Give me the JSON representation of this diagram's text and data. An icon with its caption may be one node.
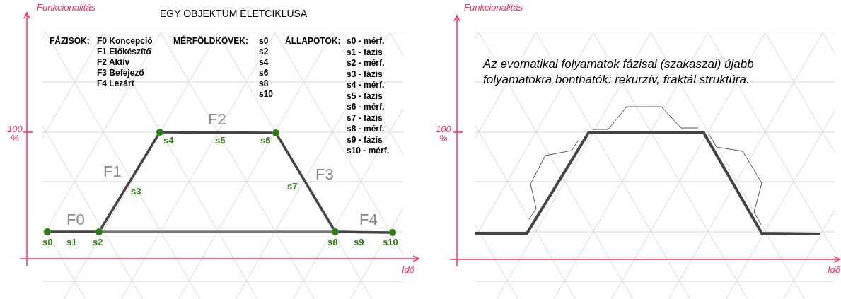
{
  "diagram": {
    "title": "EGY OBJEKTUM ÉLETCIKLUSA",
    "nodes": [
      {
        "text": [],
        "shape": "circle",
        "beside": [
          "s0"
        ]
      },
      {
        "text": [],
        "shape": "circle",
        "beside": [
          "s2"
        ]
      },
      {
        "text": [],
        "shape": "circle",
        "beside": [
          "s4"
        ]
      },
      {
        "text": [],
        "shape": "circle",
        "beside": [
          "s6"
        ]
      },
      {
        "text": [],
        "shape": "circle",
        "beside": [
          "s8"
        ]
      },
      {
        "text": [],
        "shape": "circle",
        "beside": [
          "s10"
        ]
      }
    ],
    "edges": [
      {
        "from": 0,
        "to": 1,
        "arrow": "none"
      },
      {
        "from": 1,
        "to": 2,
        "arrow": "none"
      },
      {
        "from": 2,
        "to": 3,
        "arrow": "none"
      },
      {
        "from": 3,
        "to": 4,
        "arrow": "none"
      },
      {
        "from": 4,
        "to": 5,
        "arrow": "none"
      },
      {
        "from": 1,
        "to": 4,
        "arrow": "none",
        "color": "#777777"
      }
    ],
    "labels": [
      "Funkcionalitás",
      "FÁZISOK:",
      "F0 Koncepció",
      "F1 Előkészítő",
      "F2 Aktív",
      "F3 Befejező",
      "F4 Lezárt",
      "MÉRFÖLDKÖVEK:",
      "s0",
      "s2",
      "s4",
      "s6",
      "s8",
      "s10",
      "ÁLLAPOTOK:",
      "s0 - mérf.",
      "s1 - fázis",
      "s2 - mérf.",
      "s3 - fázis",
      "s4 - mérf.",
      "s5 - fázis",
      "s6 - mérf.",
      "s7 - fázis",
      "s8 - mérf.",
      "s9 - fázis",
      "s10 - mérf.",
      "F2",
      "100 %",
      "s5",
      "F1",
      "F3",
      "s3",
      "s7",
      "F0",
      "F4",
      "s1",
      "s9",
      "Idő",
      "Funkcionalitás",
      "Az evomatikai folyamatok fázisai (szakaszai) újabb folyamatokra bonthatók: rekurzív, fraktál struktúra.",
      "100 %",
      "Idő"
    ]
  }
}
